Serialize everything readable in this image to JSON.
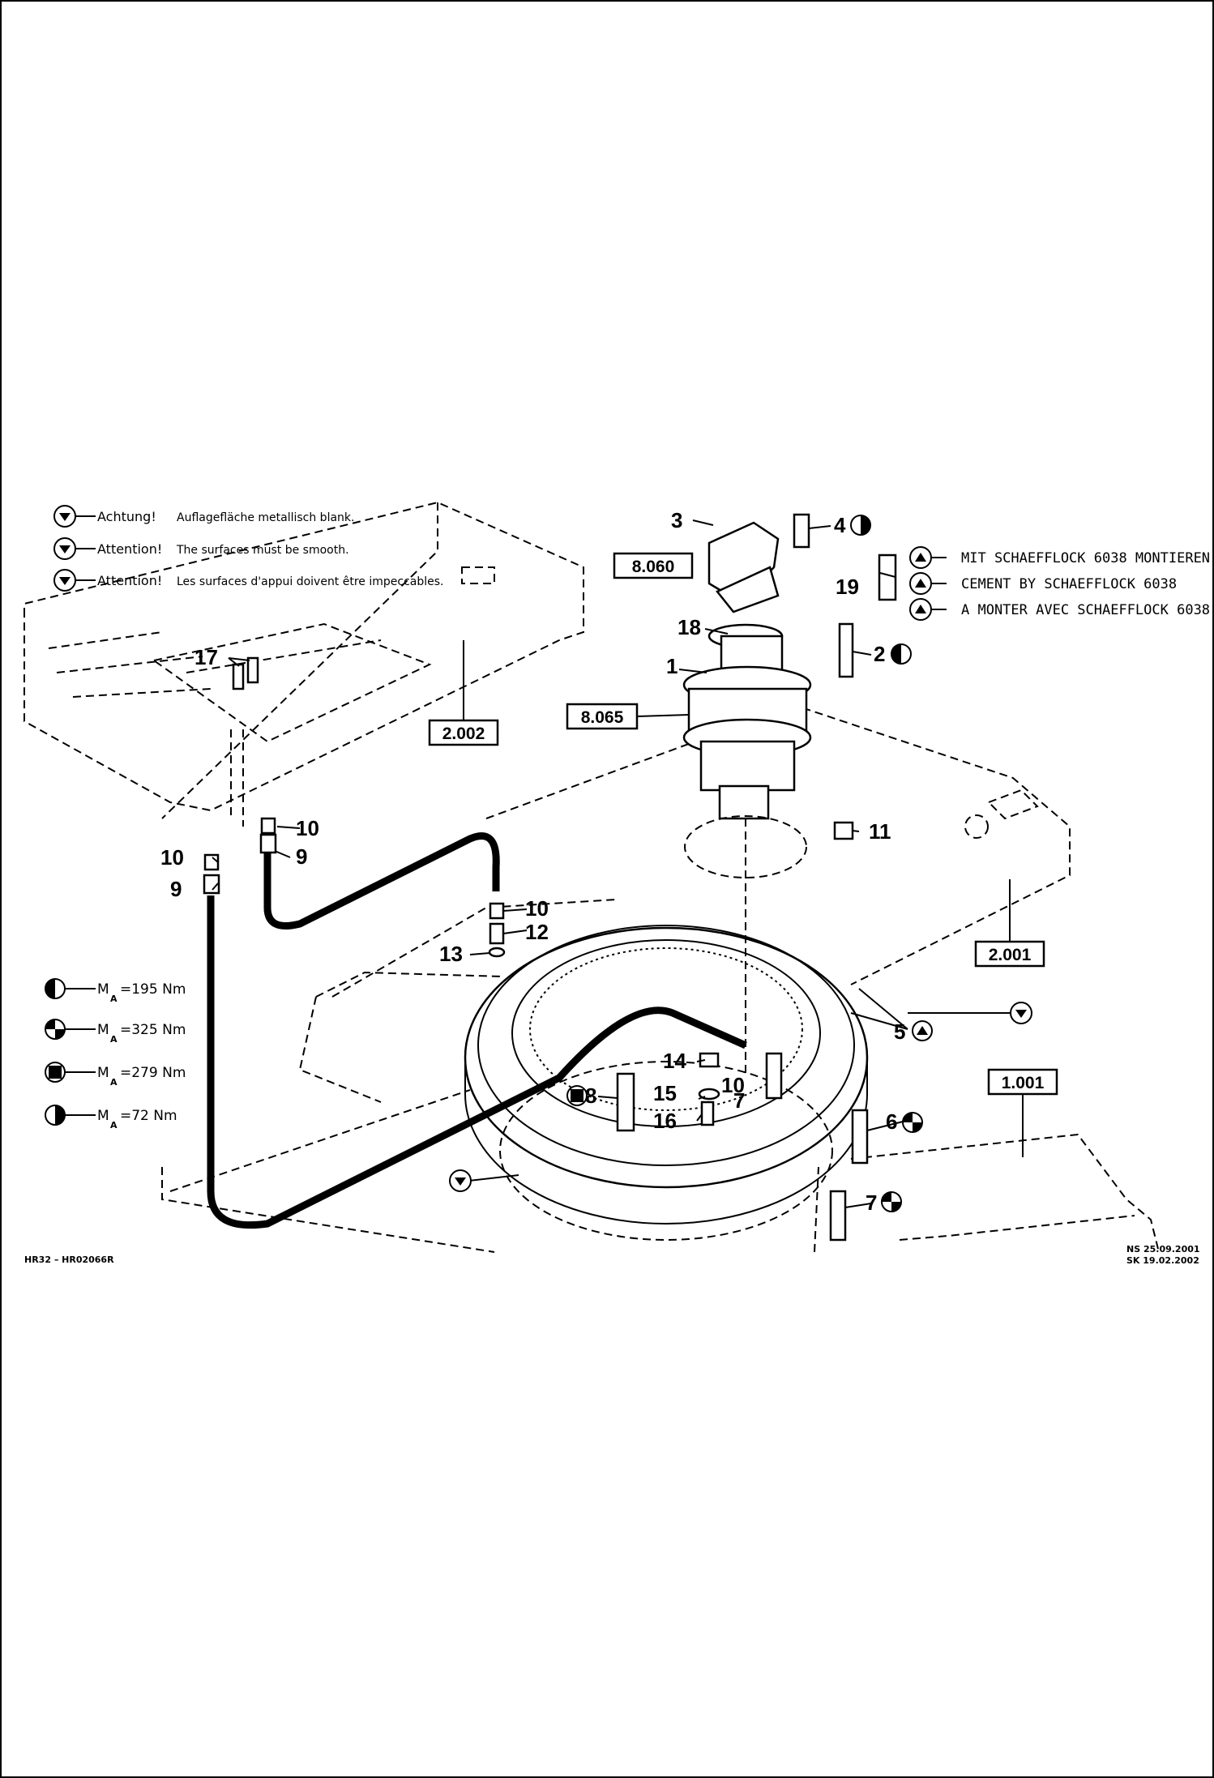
{
  "header_notes": [
    {
      "label": "Achtung!",
      "text": "Auflagefläche metallisch blank."
    },
    {
      "label": "Attention!",
      "text": "The surfaces must be smooth."
    },
    {
      "label": "Attention!",
      "text": "Les surfaces d'appui doivent être impeccables."
    }
  ],
  "cement_notes": [
    "MIT SCHAEFFLOCK 6038 MONTIEREN",
    "CEMENT BY SCHAEFFLOCK 6038",
    "A MONTER AVEC SCHAEFFLOCK 6038"
  ],
  "torque_notes": [
    {
      "symbol": "half-circle-left-icon",
      "label": "M",
      "sub": "A",
      "value": "=195  Nm"
    },
    {
      "symbol": "quartered-circle-icon",
      "label": "M",
      "sub": "A",
      "value": "=325  Nm"
    },
    {
      "symbol": "square-circle-icon",
      "label": "M",
      "sub": "A",
      "value": "=279  Nm"
    },
    {
      "symbol": "half-circle-right-icon",
      "label": "M",
      "sub": "A",
      "value": "=72  Nm"
    }
  ],
  "ref_boxes": [
    "8.060",
    "8.065",
    "2.002",
    "2.001",
    "1.001"
  ],
  "callouts": [
    "1",
    "2",
    "3",
    "4",
    "5",
    "6",
    "7",
    "7",
    "8",
    "9",
    "9",
    "10",
    "10",
    "10",
    "10",
    "11",
    "12",
    "13",
    "14",
    "15",
    "16",
    "17",
    "18",
    "19"
  ],
  "footer": {
    "left": "HR32 – HR02066R",
    "right_line1": "NS  25.09.2001",
    "right_line2": "SK  19.02.2002"
  }
}
